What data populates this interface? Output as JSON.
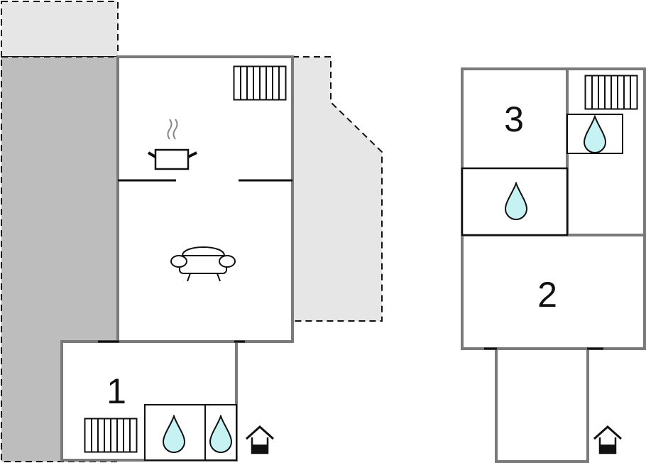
{
  "colors": {
    "background": "#ffffff",
    "wall": "#7a7a7a",
    "line": "#111111",
    "terrace_light": "#e6e6e6",
    "terrace_dark": "#bdbdbd",
    "water": "#c6f2f4"
  },
  "plans": [
    {
      "name": "left-building",
      "rooms": [
        {
          "name": "bedroom",
          "number": "1",
          "fixtures": [
            "radiator-icon",
            "water-drop-icon",
            "water-drop-icon"
          ]
        },
        {
          "name": "kitchen",
          "fixtures": [
            "radiator-icon",
            "cooking-pot-icon"
          ]
        },
        {
          "name": "living-room",
          "fixtures": [
            "sofa-icon"
          ]
        }
      ],
      "areas": [
        "terrace-top-left",
        "terrace-left",
        "terrace-right"
      ],
      "entrance": "entrance-icon"
    },
    {
      "name": "right-building",
      "rooms": [
        {
          "name": "bedroom",
          "number": "3"
        },
        {
          "name": "bedroom",
          "number": "2"
        },
        {
          "name": "bathroom",
          "fixtures": [
            "radiator-icon",
            "water-drop-icon",
            "water-drop-icon"
          ]
        }
      ],
      "areas": [
        "corridor"
      ],
      "entrance": "entrance-icon"
    }
  ]
}
